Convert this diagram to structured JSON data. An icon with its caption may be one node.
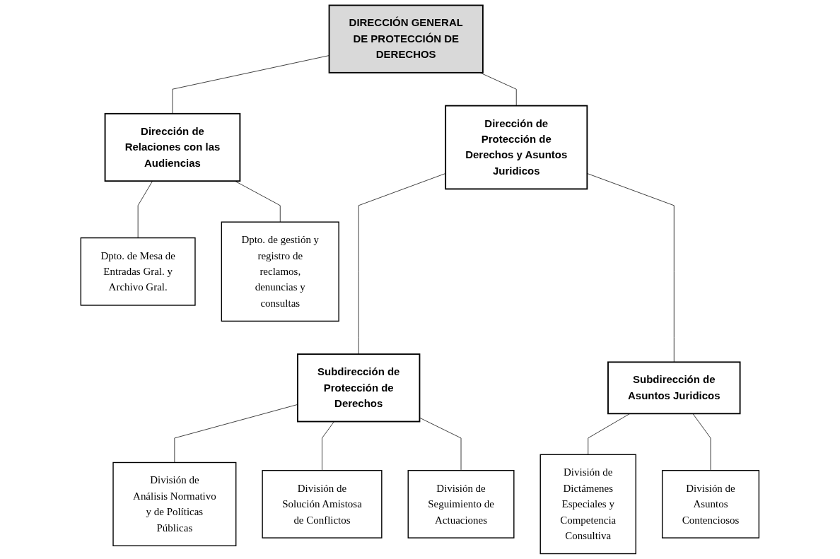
{
  "diagram": {
    "nodes": [
      {
        "text": [
          "DIRECCIÓN GENERAL DE PROTECCIÓN DE DERECHOS"
        ]
      },
      {
        "text": [
          "Dirección de Relaciones con las Audiencias"
        ]
      },
      {
        "text": [
          "Dirección de Protección de Derechos y Asuntos Juridicos"
        ]
      },
      {
        "text": [
          "Dpto. de Mesa de Entradas Gral. y Archivo Gral."
        ]
      },
      {
        "text": [
          "Dpto. de gestión y registro de reclamos, denuncias y consultas"
        ]
      },
      {
        "text": [
          "Subdirección de Protección de Derechos"
        ]
      },
      {
        "text": [
          "Subdirección de Asuntos Juridicos"
        ]
      },
      {
        "text": [
          "División de Análisis Normativo y de Políticas Públicas"
        ]
      },
      {
        "text": [
          "División de Solución Amistosa de Conflictos"
        ]
      },
      {
        "text": [
          "División de Seguimiento de Actuaciones"
        ]
      },
      {
        "text": [
          "División de Dictámenes Especiales y Competencia Consultiva"
        ]
      },
      {
        "text": [
          "División de Asuntos Contenciosos"
        ]
      }
    ],
    "edges": [
      {
        "from": 0,
        "to": 1,
        "arrow": "none"
      },
      {
        "from": 0,
        "to": 2,
        "arrow": "none"
      },
      {
        "from": 1,
        "to": 3,
        "arrow": "none"
      },
      {
        "from": 1,
        "to": 4,
        "arrow": "none"
      },
      {
        "from": 2,
        "to": 5,
        "arrow": "none"
      },
      {
        "from": 2,
        "to": 6,
        "arrow": "none"
      },
      {
        "from": 5,
        "to": 7,
        "arrow": "none"
      },
      {
        "from": 5,
        "to": 8,
        "arrow": "none"
      },
      {
        "from": 5,
        "to": 9,
        "arrow": "none"
      },
      {
        "from": 6,
        "to": 10,
        "arrow": "none"
      },
      {
        "from": 6,
        "to": 11,
        "arrow": "none"
      }
    ]
  }
}
